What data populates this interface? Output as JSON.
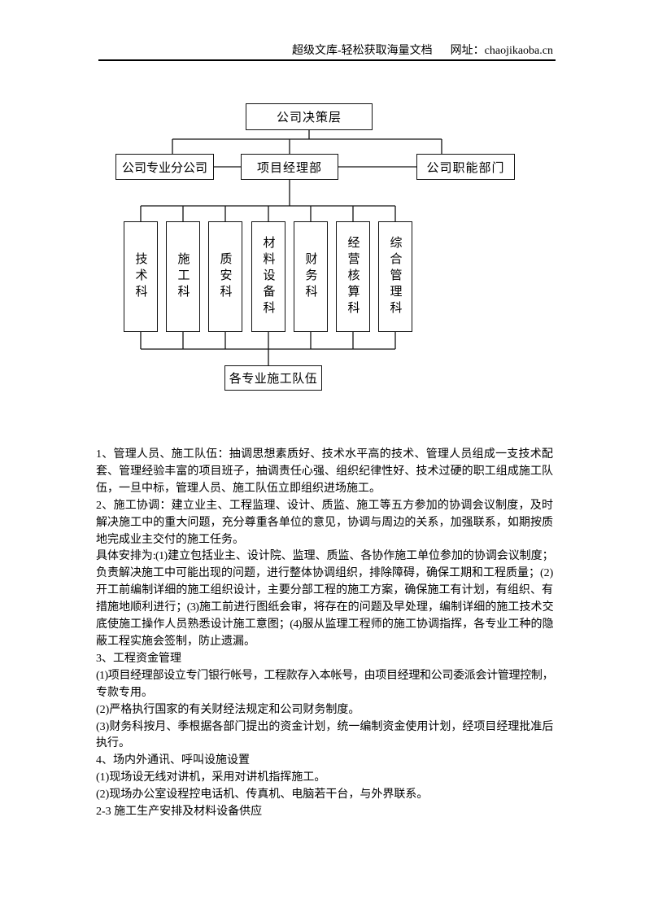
{
  "header": {
    "site_slogan": "超级文库-轻松获取海量文档",
    "site_url": "网址：chaojikaoba.cn"
  },
  "org_chart": {
    "top": "公司决策层",
    "branches": [
      {
        "label": "公司专业分公司"
      },
      {
        "label": "项目经理部"
      },
      {
        "label": "公司职能部门"
      }
    ],
    "departments": [
      "技术科",
      "施工科",
      "质安科",
      "材料设备科",
      "财务科",
      "经营核算科",
      "综合管理科"
    ],
    "bottom": "各专业施工队伍"
  },
  "body": {
    "lines": [
      "1、管理人员、施工队伍：抽调思想素质好、技术水平高的技术、管理人员组成一支技术配",
      "套、管理经验丰富的项目班子，抽调责任心强、组织纪律性好、技术过硬的职工组成施工队",
      "伍，一旦中标，管理人员、施工队伍立即组织进场施工。",
      "2、施工协调：建立业主、工程监理、设计、质监、施工等五方参加的协调会议制度，及时",
      "解决施工中的重大问题，充分尊重各单位的意见，协调与周边的关系，加强联系，如期按质",
      "地完成业主交付的施工任务。",
      "具体安排为:(1)建立包括业主、设计院、监理、质监、各协作施工单位参加的协调会议制度；",
      "负责解决施工中可能出现的问题，进行整体协调组织，排除障碍，确保工期和工程质量；(2)",
      "开工前编制详细的施工组织设计，主要分部工程的施工方案，确保施工有计划，有组织、有",
      "措施地顺利进行；(3)施工前进行图纸会审，将存在的问题及早处理，编制详细的施工技术交",
      "底使施工操作人员熟悉设计施工意图；(4)服从监理工程师的施工协调指挥，各专业工种的隐",
      "蔽工程实施会签制，防止遗漏。",
      "3、工程资金管理",
      "(1)项目经理部设立专门银行帐号，工程款存入本帐号，由项目经理和公司委派会计管理控制，",
      "专款专用。",
      "(2)严格执行国家的有关财经法规定和公司财务制度。",
      "(3)财务科按月、季根据各部门提出的资金计划，统一编制资金使用计划，经项目经理批准后",
      "执行。",
      "4、场内外通讯、呼叫设施设置",
      "(1)现场设无线对讲机，采用对讲机指挥施工。",
      "(2)现场办公室设程控电话机、传真机、电脑若干台，与外界联系。",
      "2-3  施工生产安排及材料设备供应"
    ]
  }
}
